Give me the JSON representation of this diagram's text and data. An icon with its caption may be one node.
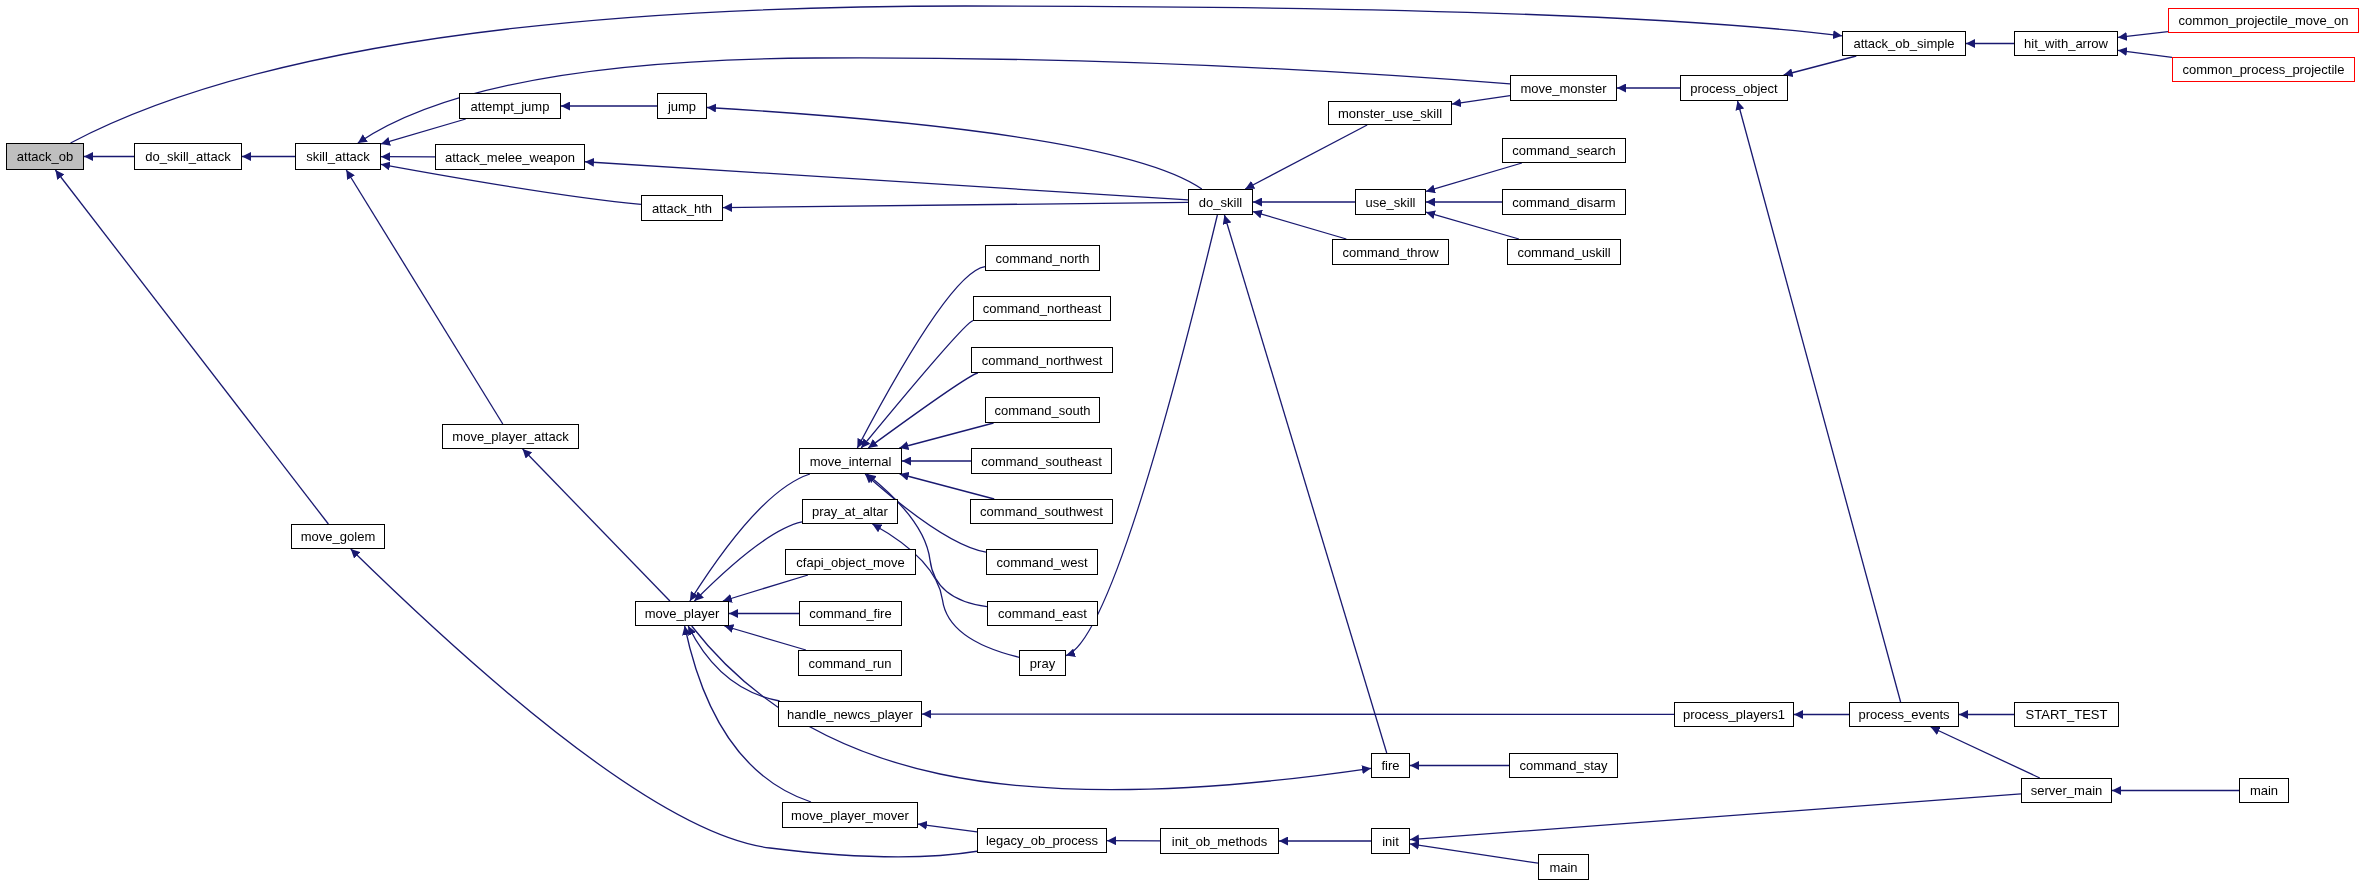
{
  "diagram": {
    "nodes": [
      {
        "text": [
          "attack_ob"
        ]
      },
      {
        "text": [
          "do_skill_attack"
        ]
      },
      {
        "text": [
          "move_golem"
        ]
      },
      {
        "text": [
          "skill_attack"
        ]
      },
      {
        "text": [
          "attempt_jump"
        ]
      },
      {
        "text": [
          "attack_melee_weapon"
        ]
      },
      {
        "text": [
          "attack_hth"
        ]
      },
      {
        "text": [
          "move_player_attack"
        ]
      },
      {
        "text": [
          "jump"
        ]
      },
      {
        "text": [
          "move_player"
        ]
      },
      {
        "text": [
          "move_internal"
        ]
      },
      {
        "text": [
          "pray_at_altar"
        ]
      },
      {
        "text": [
          "cfapi_object_move"
        ]
      },
      {
        "text": [
          "command_fire"
        ]
      },
      {
        "text": [
          "command_run"
        ]
      },
      {
        "text": [
          "handle_newcs_player"
        ]
      },
      {
        "text": [
          "move_player_mover"
        ]
      },
      {
        "text": [
          "command_north"
        ]
      },
      {
        "text": [
          "command_northeast"
        ]
      },
      {
        "text": [
          "command_northwest"
        ]
      },
      {
        "text": [
          "command_south"
        ]
      },
      {
        "text": [
          "command_southeast"
        ]
      },
      {
        "text": [
          "command_southwest"
        ]
      },
      {
        "text": [
          "command_west"
        ]
      },
      {
        "text": [
          "command_east"
        ]
      },
      {
        "text": [
          "pray"
        ]
      },
      {
        "text": [
          "legacy_ob_process"
        ]
      },
      {
        "text": [
          "do_skill"
        ]
      },
      {
        "text": [
          "fire"
        ]
      },
      {
        "text": [
          "init_ob_methods"
        ]
      },
      {
        "text": [
          "monster_use_skill"
        ]
      },
      {
        "text": [
          "use_skill"
        ]
      },
      {
        "text": [
          "command_throw"
        ]
      },
      {
        "text": [
          "init"
        ]
      },
      {
        "text": [
          "move_monster"
        ]
      },
      {
        "text": [
          "command_search"
        ]
      },
      {
        "text": [
          "command_disarm"
        ]
      },
      {
        "text": [
          "command_uskill"
        ]
      },
      {
        "text": [
          "command_stay"
        ]
      },
      {
        "text": [
          "main"
        ]
      },
      {
        "text": [
          "process_object"
        ]
      },
      {
        "text": [
          "process_players1"
        ]
      },
      {
        "text": [
          "attack_ob_simple"
        ]
      },
      {
        "text": [
          "process_events"
        ]
      },
      {
        "text": [
          "hit_with_arrow"
        ]
      },
      {
        "text": [
          "START_TEST"
        ]
      },
      {
        "text": [
          "server_main"
        ]
      },
      {
        "text": [
          "common_projectile_move_on"
        ]
      },
      {
        "text": [
          "common_process_projectile"
        ]
      },
      {
        "text": [
          "main"
        ]
      }
    ],
    "edges": [
      {
        "from": 1,
        "to": 0,
        "arrow": "to"
      },
      {
        "from": 2,
        "to": 0,
        "arrow": "to"
      },
      {
        "from": 0,
        "to": 42,
        "arrow": "to"
      },
      {
        "from": 3,
        "to": 1,
        "arrow": "to"
      },
      {
        "from": 4,
        "to": 3,
        "arrow": "to"
      },
      {
        "from": 5,
        "to": 3,
        "arrow": "to"
      },
      {
        "from": 6,
        "to": 3,
        "arrow": "to"
      },
      {
        "from": 7,
        "to": 3,
        "arrow": "to"
      },
      {
        "from": 34,
        "to": 3,
        "arrow": "to"
      },
      {
        "from": 8,
        "to": 4,
        "arrow": "to"
      },
      {
        "from": 27,
        "to": 8,
        "arrow": "to"
      },
      {
        "from": 27,
        "to": 5,
        "arrow": "to"
      },
      {
        "from": 27,
        "to": 6,
        "arrow": "to"
      },
      {
        "from": 9,
        "to": 7,
        "arrow": "to"
      },
      {
        "from": 10,
        "to": 9,
        "arrow": "to"
      },
      {
        "from": 11,
        "to": 9,
        "arrow": "to"
      },
      {
        "from": 12,
        "to": 9,
        "arrow": "to"
      },
      {
        "from": 13,
        "to": 9,
        "arrow": "to"
      },
      {
        "from": 14,
        "to": 9,
        "arrow": "to"
      },
      {
        "from": 15,
        "to": 9,
        "arrow": "to"
      },
      {
        "from": 16,
        "to": 9,
        "arrow": "to"
      },
      {
        "from": 9,
        "to": 28,
        "arrow": "to"
      },
      {
        "from": 26,
        "to": 2,
        "arrow": "to"
      },
      {
        "from": 17,
        "to": 10,
        "arrow": "to"
      },
      {
        "from": 18,
        "to": 10,
        "arrow": "to"
      },
      {
        "from": 19,
        "to": 10,
        "arrow": "to"
      },
      {
        "from": 20,
        "to": 10,
        "arrow": "to"
      },
      {
        "from": 21,
        "to": 10,
        "arrow": "to"
      },
      {
        "from": 22,
        "to": 10,
        "arrow": "to"
      },
      {
        "from": 23,
        "to": 10,
        "arrow": "to"
      },
      {
        "from": 24,
        "to": 10,
        "arrow": "to"
      },
      {
        "from": 25,
        "to": 11,
        "arrow": "to"
      },
      {
        "from": 27,
        "to": 25,
        "arrow": "to"
      },
      {
        "from": 26,
        "to": 16,
        "arrow": "to"
      },
      {
        "from": 29,
        "to": 26,
        "arrow": "to"
      },
      {
        "from": 28,
        "to": 27,
        "arrow": "to"
      },
      {
        "from": 30,
        "to": 27,
        "arrow": "to"
      },
      {
        "from": 31,
        "to": 27,
        "arrow": "to"
      },
      {
        "from": 32,
        "to": 27,
        "arrow": "to"
      },
      {
        "from": 38,
        "to": 28,
        "arrow": "to"
      },
      {
        "from": 33,
        "to": 29,
        "arrow": "to"
      },
      {
        "from": 34,
        "to": 30,
        "arrow": "to"
      },
      {
        "from": 35,
        "to": 31,
        "arrow": "to"
      },
      {
        "from": 36,
        "to": 31,
        "arrow": "to"
      },
      {
        "from": 37,
        "to": 31,
        "arrow": "to"
      },
      {
        "from": 46,
        "to": 33,
        "arrow": "to"
      },
      {
        "from": 39,
        "to": 33,
        "arrow": "to"
      },
      {
        "from": 40,
        "to": 34,
        "arrow": "to"
      },
      {
        "from": 42,
        "to": 40,
        "arrow": "to"
      },
      {
        "from": 43,
        "to": 40,
        "arrow": "to"
      },
      {
        "from": 41,
        "to": 15,
        "arrow": "to"
      },
      {
        "from": 43,
        "to": 41,
        "arrow": "to"
      },
      {
        "from": 44,
        "to": 42,
        "arrow": "to"
      },
      {
        "from": 45,
        "to": 43,
        "arrow": "to"
      },
      {
        "from": 46,
        "to": 43,
        "arrow": "to"
      },
      {
        "from": 47,
        "to": 44,
        "arrow": "to"
      },
      {
        "from": 48,
        "to": 44,
        "arrow": "to"
      },
      {
        "from": 49,
        "to": 46,
        "arrow": "to"
      }
    ]
  }
}
